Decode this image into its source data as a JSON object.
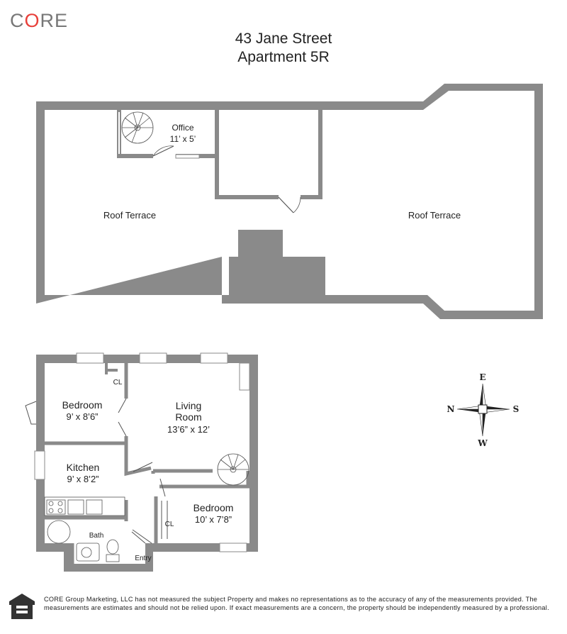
{
  "brand": {
    "logo_pre": "C",
    "logo_o": "O",
    "logo_post": "RE"
  },
  "header": {
    "line1": "43 Jane Street",
    "line2": "Apartment 5R"
  },
  "roof": {
    "office_name": "Office",
    "office_dim": "11’ x 5’",
    "terrace_left": "Roof Terrace",
    "terrace_right": "Roof Terrace"
  },
  "apartment": {
    "bedroom1_name": "Bedroom",
    "bedroom1_dim": "9’ x 8’6”",
    "closet1": "CL",
    "living_name1": "Living",
    "living_name2": "Room",
    "living_dim": "13’6” x 12’",
    "kitchen_name": "Kitchen",
    "kitchen_dim": "9’ x 8’2”",
    "bath": "Bath",
    "entry": "Entry",
    "bedroom2_name": "Bedroom",
    "bedroom2_dim": "10’ x 7’8”",
    "closet2": "CL"
  },
  "compass": {
    "north": "N",
    "south": "S",
    "east": "E",
    "west": "W"
  },
  "footer": {
    "disclaimer": "CORE Group Marketing, LLC has not measured the subject Property and makes no representations as to the accuracy of any of the measurements provided. The measurements are estimates and should not be relied upon. If exact measurements are a concern, the property should be independently measured by a professional."
  },
  "colors": {
    "wall": "#8a8a8a",
    "accent": "#e8403a",
    "text": "#222222"
  }
}
